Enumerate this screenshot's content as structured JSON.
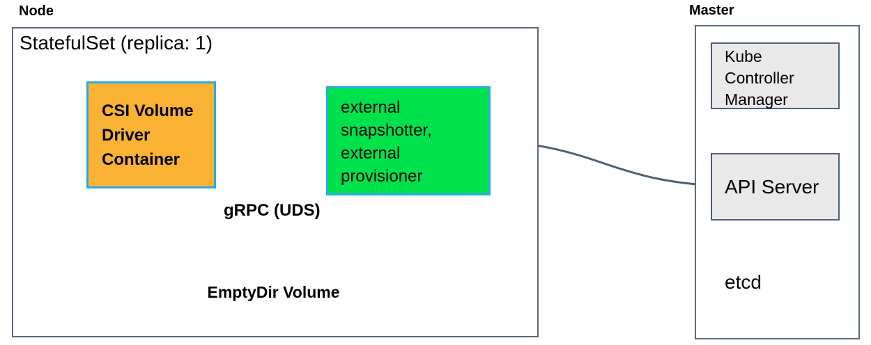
{
  "node": {
    "label": "Node",
    "statefulset_title": "StatefulSet (replica: 1)",
    "csi_driver_label": "CSI Volume\nDriver\nContainer",
    "sidecar_label": "external\nsnapshotter,\nexternal\nprovisioner",
    "grpc_label": "gRPC (UDS)",
    "emptydir_label": "EmptyDir Volume"
  },
  "master": {
    "label": "Master",
    "kube_controller_manager_label": "Kube\nController\nManager",
    "api_server_label": "API Server",
    "etcd_label": "etcd"
  },
  "colors": {
    "csi_driver_fill": "#f9b233",
    "sidecar_fill": "#00e24c",
    "pod_highlight_border": "#29abe2",
    "component_fill": "#e9e9e9",
    "outline_stroke": "#4e6078",
    "text": "#000000"
  }
}
